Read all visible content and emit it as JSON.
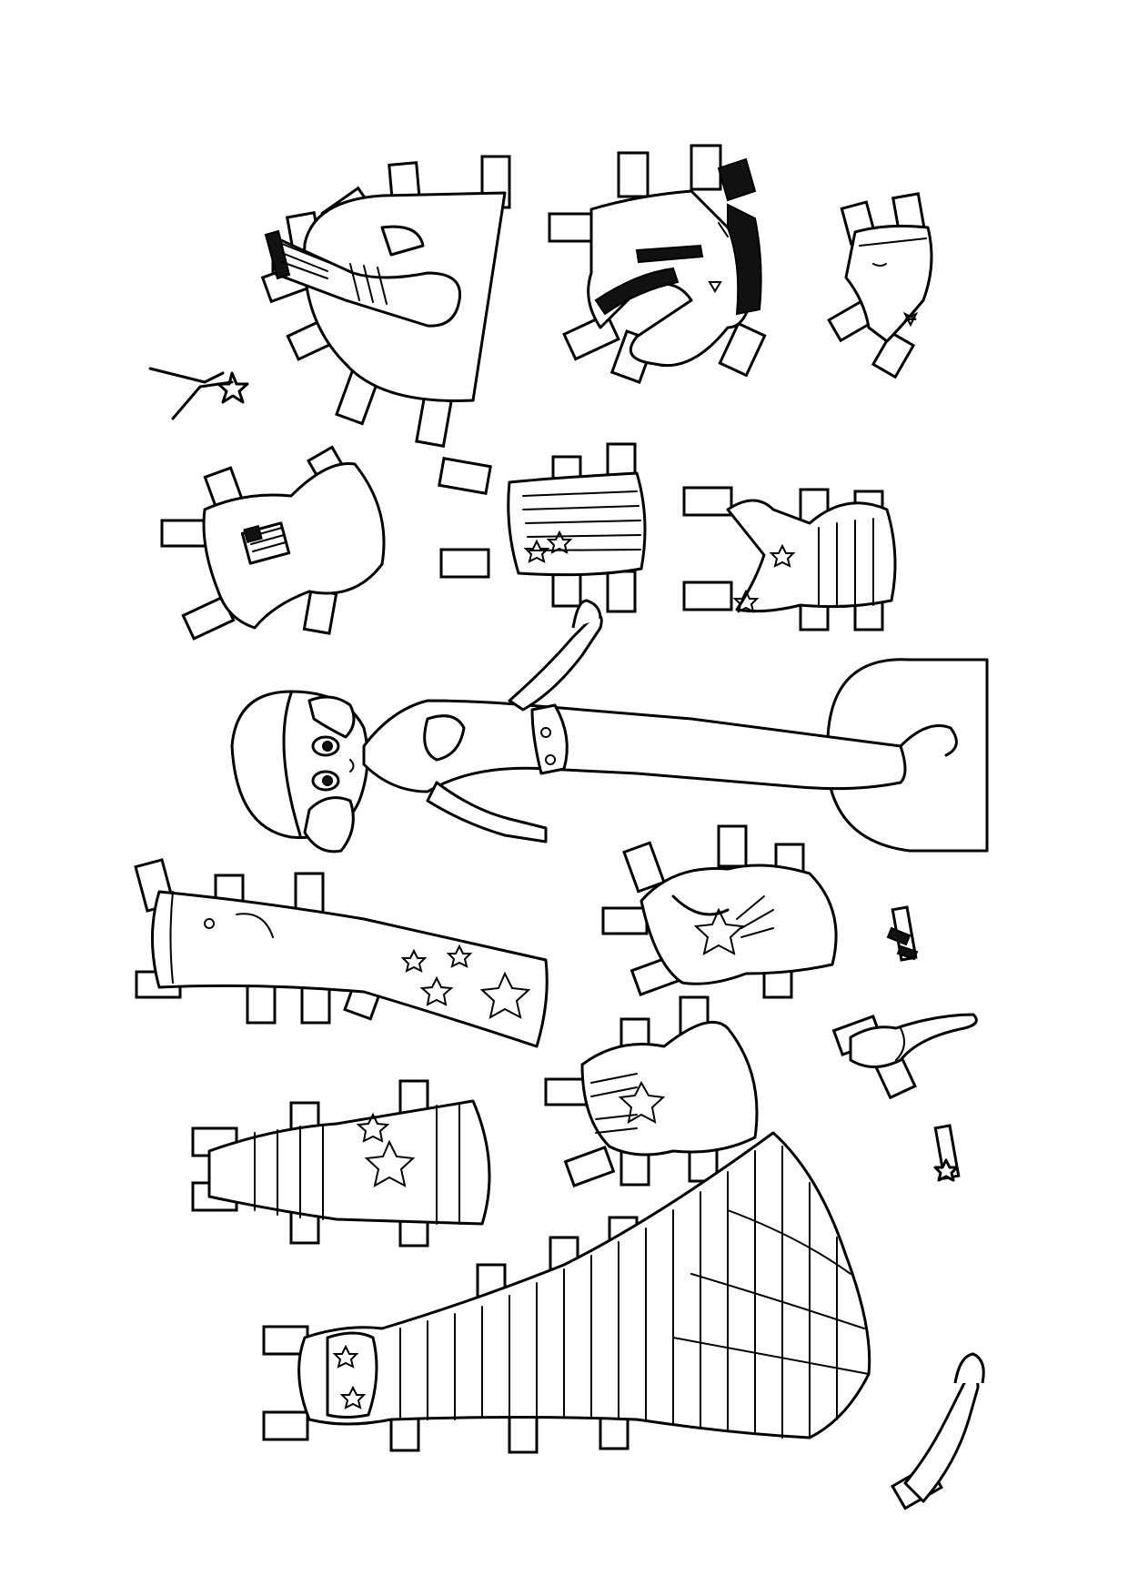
{
  "image": {
    "kind": "paper doll coloring page",
    "colors": {
      "ink": "#000000",
      "paper": "#ffffff",
      "watermark": "#cfcfcf"
    }
  },
  "items": [
    {
      "id": "doll",
      "name": "doll-figure"
    },
    {
      "id": "boots",
      "name": "lace-up-boots"
    },
    {
      "id": "jacket",
      "name": "studded-jacket"
    },
    {
      "id": "shorts",
      "name": "star-shorts"
    },
    {
      "id": "wishbone",
      "name": "star-wand"
    },
    {
      "id": "flag-tee",
      "name": "flag-tshirt"
    },
    {
      "id": "striped-top",
      "name": "striped-star-top"
    },
    {
      "id": "halter",
      "name": "star-halter-top"
    },
    {
      "id": "jeans",
      "name": "star-flare-jeans"
    },
    {
      "id": "shoot-tee",
      "name": "shooting-star-tshirt"
    },
    {
      "id": "bracelet-1",
      "name": "bow-bracelet"
    },
    {
      "id": "sandals",
      "name": "heeled-sandal"
    },
    {
      "id": "star-tank",
      "name": "star-tank-top"
    },
    {
      "id": "striped-dress",
      "name": "striped-tube-dress"
    },
    {
      "id": "bracelet-2",
      "name": "star-bracelet"
    },
    {
      "id": "gown",
      "name": "striped-mermaid-gown"
    },
    {
      "id": "arm",
      "name": "spare-arm"
    }
  ]
}
